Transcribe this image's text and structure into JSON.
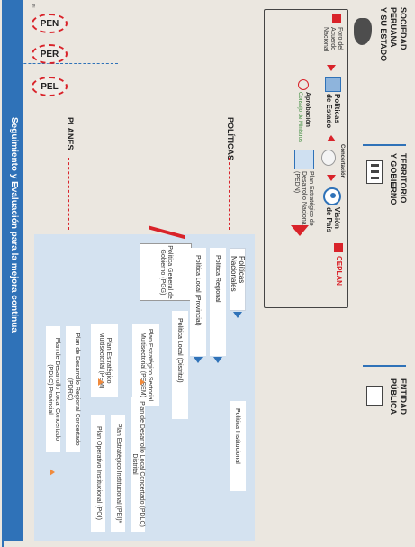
{
  "left_labels": {
    "sociedad": [
      "SOCIEDAD",
      "PERUANA",
      "Y SU ESTADO"
    ],
    "territorio": [
      "TERRITORIO",
      "Y GOBIERNO"
    ],
    "entidad": [
      "ENTIDAD",
      "PÚBLICA"
    ]
  },
  "top_row": {
    "acuerdo": [
      "Foro del",
      "Acuerdo",
      "Nacional"
    ],
    "politicas_estado": [
      "Políticas",
      "de Estado"
    ],
    "concertacion": "Concertación",
    "vision": [
      "Visión",
      "de País"
    ],
    "aprobacion": "Aprobación",
    "aprobacion_sub": "Consejo de Ministros",
    "pedn": [
      "Plan Estratégico de",
      "Desarrollo Nacional",
      "(PEDN)"
    ],
    "ceplan": "CEPLAN"
  },
  "pills": [
    "PEN",
    "PER",
    "PEL"
  ],
  "pill_note": "Pl...",
  "section_labels": {
    "politicas": "POLÍTICAS",
    "planes": "PLANES"
  },
  "pgg": [
    "Política General de",
    "Gobierno (PGG)"
  ],
  "politicas": [
    "Políticas Nacionales",
    "Política Regional",
    "Política Local (Provincial)",
    "Política Local (Distrital)",
    "Política Institucional"
  ],
  "plans": {
    "pesem": "Plan Estratégico Sectorial Multisectorial (PESEM)",
    "pem": "Plan Estratégico Multisectorial (PEM)",
    "pdrc": "Plan de Desarrollo Regional Concertado (PDRC)",
    "pdlc_prov": "Plan de Desarrollo Local Concertado (PDLC) Provincial",
    "pdlc_dist": "Plan de Desarrollo Local Concertado (PDLC) Distrital",
    "pei": "Plan Estratégico Institucional (PEI)*",
    "poi": "Plan Operativo Institucional (POI)"
  },
  "footer": "Seguimiento y Evaluación para la mejora continua",
  "colors": {
    "footer_blue": "#2f72b8",
    "light_blue": "#d4e2f0",
    "red": "#d9232a",
    "orange": "#f08a3c"
  }
}
